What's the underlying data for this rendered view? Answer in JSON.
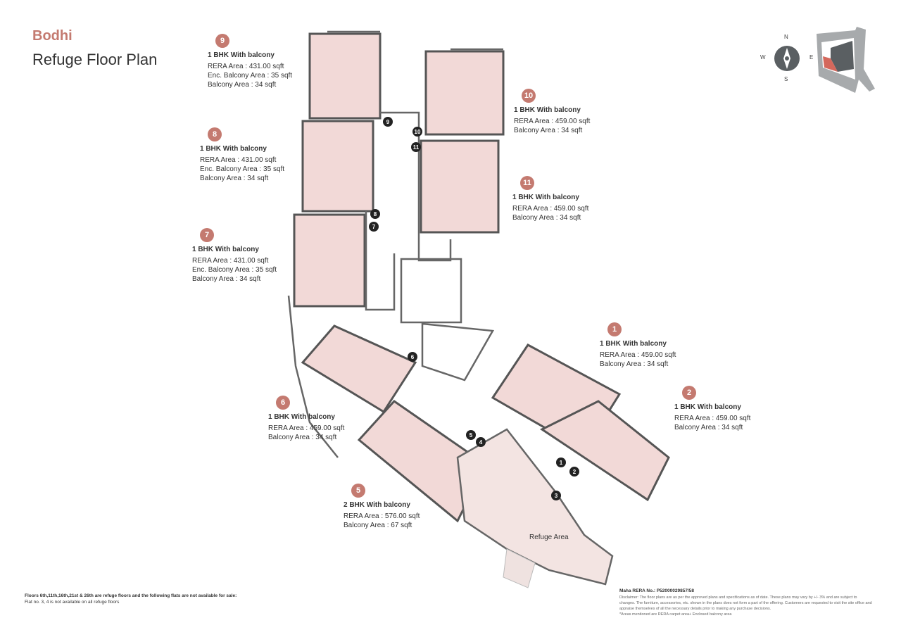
{
  "header": {
    "brand": "Bodhi",
    "title": "Refuge Floor Plan"
  },
  "compass": {
    "n": "N",
    "s": "S",
    "e": "E",
    "w": "W"
  },
  "colors": {
    "accent": "#c47a70",
    "unit_fill": "#f2d9d7",
    "wall": "#555555",
    "refuge_fill": "#f3e4e2"
  },
  "units": [
    {
      "no": "9",
      "type": "1 BHK With balcony",
      "lines": [
        "RERA Area : 431.00 sqft",
        "Enc. Balcony Area : 35 sqft",
        "Balcony Area : 34 sqft"
      ]
    },
    {
      "no": "8",
      "type": "1 BHK With balcony",
      "lines": [
        "RERA Area : 431.00 sqft",
        "Enc. Balcony Area : 35 sqft",
        "Balcony Area : 34 sqft"
      ]
    },
    {
      "no": "7",
      "type": "1 BHK With balcony",
      "lines": [
        "RERA Area : 431.00 sqft",
        "Enc. Balcony Area : 35 sqft",
        "Balcony Area : 34 sqft"
      ]
    },
    {
      "no": "10",
      "type": "1 BHK With balcony",
      "lines": [
        "RERA Area : 459.00 sqft",
        "Balcony Area : 34 sqft"
      ]
    },
    {
      "no": "11",
      "type": "1 BHK With balcony",
      "lines": [
        "RERA Area : 459.00 sqft",
        "Balcony Area : 34 sqft"
      ]
    },
    {
      "no": "1",
      "type": "1 BHK With balcony",
      "lines": [
        "RERA Area : 459.00 sqft",
        "Balcony Area : 34 sqft"
      ]
    },
    {
      "no": "2",
      "type": "1 BHK With balcony",
      "lines": [
        "RERA Area : 459.00 sqft",
        "Balcony Area : 34 sqft"
      ]
    },
    {
      "no": "6",
      "type": "1 BHK With balcony",
      "lines": [
        "RERA Area : 459.00 sqft",
        "Balcony Area : 34 sqft"
      ]
    },
    {
      "no": "5",
      "type": "2 BHK With balcony",
      "lines": [
        "RERA Area : 576.00 sqft",
        "Balcony Area : 67 sqft"
      ]
    }
  ],
  "plan_markers": [
    "9",
    "10",
    "11",
    "8",
    "7",
    "6",
    "5",
    "4",
    "1",
    "2",
    "3"
  ],
  "refuge_label": "Refuge Area",
  "footer": {
    "note_title": "Floors 6th,11th,16th,21st & 26th are refuge floors and the following flats are not available for sale:",
    "note_text": "Flat no. 3, 4 is not available on all refuge floors",
    "rera": "Maha RERA No.: P52000029857/58",
    "disclaimer": "Disclaimer: The floor plans are as per the approved plans and specifications as of date. These plans may vary by +/- 3% and are subject to changes. The furniture, accessories, etc. shown in the plans does not form a part of the offering. Customers are requested to visit the site office and appraise themselves of all the necessary details prior to making any purchase decisions.",
    "footnote": "*Areas mentioned are RERA carpet area+ Enclosed balcony area"
  }
}
